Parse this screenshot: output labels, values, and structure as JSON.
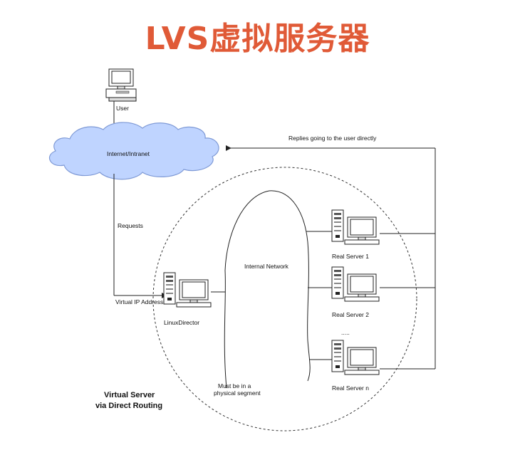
{
  "title": "LVS虚拟服务器",
  "nodes": {
    "user": "User",
    "internet": "Internet/Intranet",
    "director": "LinuxDirector",
    "real_server_1": "Real Server 1",
    "real_server_2": "Real Server 2",
    "real_server_n": "Real Server n",
    "ellipsis": "....."
  },
  "labels": {
    "replies": "Replies going to the user directly",
    "requests": "Requests",
    "vip": "Virtual IP Address",
    "internal_network": "Internal Network",
    "must_be_1": "Must be in a",
    "must_be_2": "physical segment",
    "caption_1": "Virtual Server",
    "caption_2": "via Direct Routing"
  }
}
